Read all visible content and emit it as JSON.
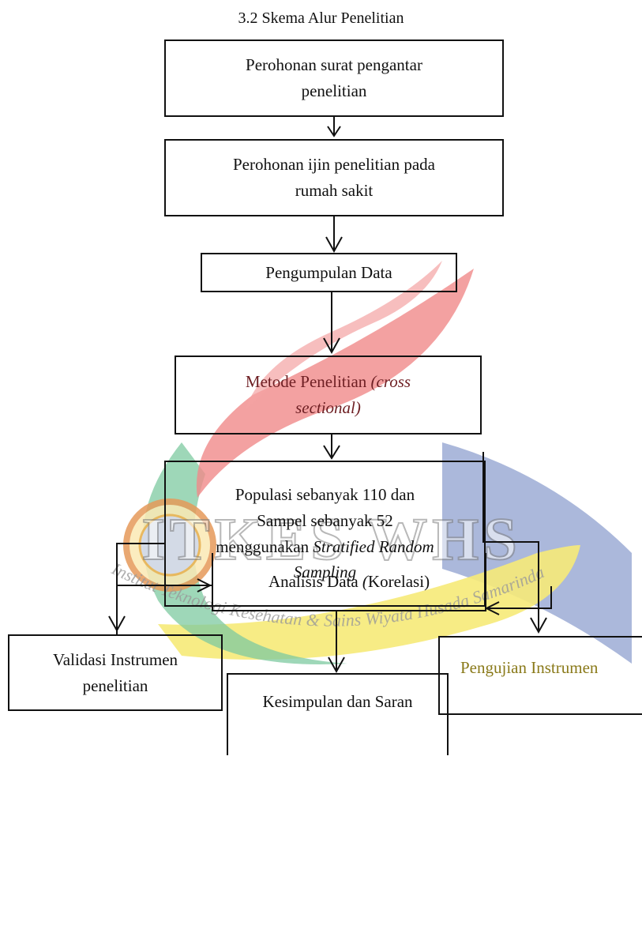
{
  "title": "3.2 Skema Alur Penelitian",
  "watermark": {
    "logo_text": "ITKES WHS",
    "arc_text": "Institut Teknologi Kesehatan & Sains Wiyata Husada Samarinda",
    "colors": {
      "red": "#f08a8a",
      "green": "#7dc9a0",
      "blue": "#8fa0cf",
      "yellow": "#f6ea78"
    }
  },
  "steps": {
    "s1": {
      "line1": "Perohonan surat pengantar",
      "line2": "penelitian"
    },
    "s2": {
      "line1": "Perohonan ijin penelitian pada",
      "line2": "rumah sakit"
    },
    "s3": {
      "line1": "Pengumpulan Data"
    },
    "s4": {
      "line1_a": "Metode Penelitian ",
      "line1_b": "(cross",
      "line2": "sectional)"
    },
    "s5": {
      "line1": "Populasi sebanyak 110 dan",
      "line2": "Sampel sebanyak 52",
      "line3_a": "menggunakan ",
      "line3_b": "Stratified Random",
      "line4": "Sampling"
    },
    "s6": {
      "line1": "Validasi Instrumen",
      "line2": "penelitian"
    },
    "s7": {
      "line1": "Pengujian Instrumen"
    },
    "s8": {
      "line1_a": "Analisis Data ",
      "line1_b": "(",
      "line1_c": "Korelasi)"
    },
    "s9": {
      "line1": "Kesimpulan dan Saran"
    }
  }
}
